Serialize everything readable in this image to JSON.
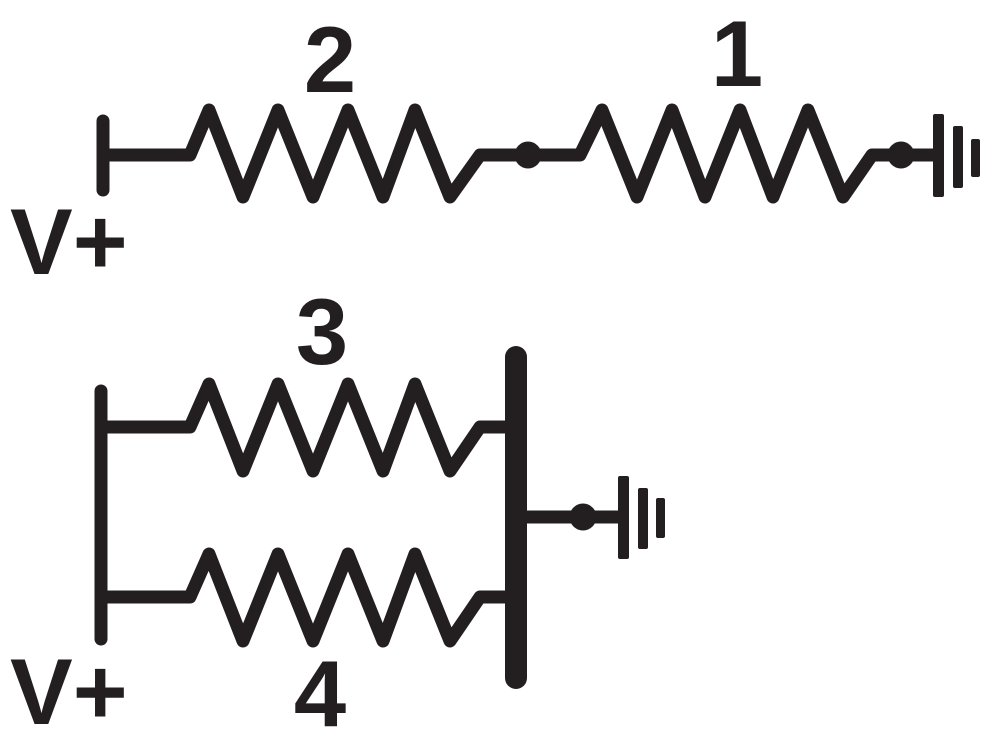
{
  "colors": {
    "ink": "#231f20",
    "background": "#ffffff"
  },
  "series_circuit": {
    "supply_label": "V+",
    "resistor_labels": [
      "2",
      "1"
    ]
  },
  "parallel_circuit": {
    "supply_label": "V+",
    "resistor_labels": [
      "3",
      "4"
    ]
  }
}
